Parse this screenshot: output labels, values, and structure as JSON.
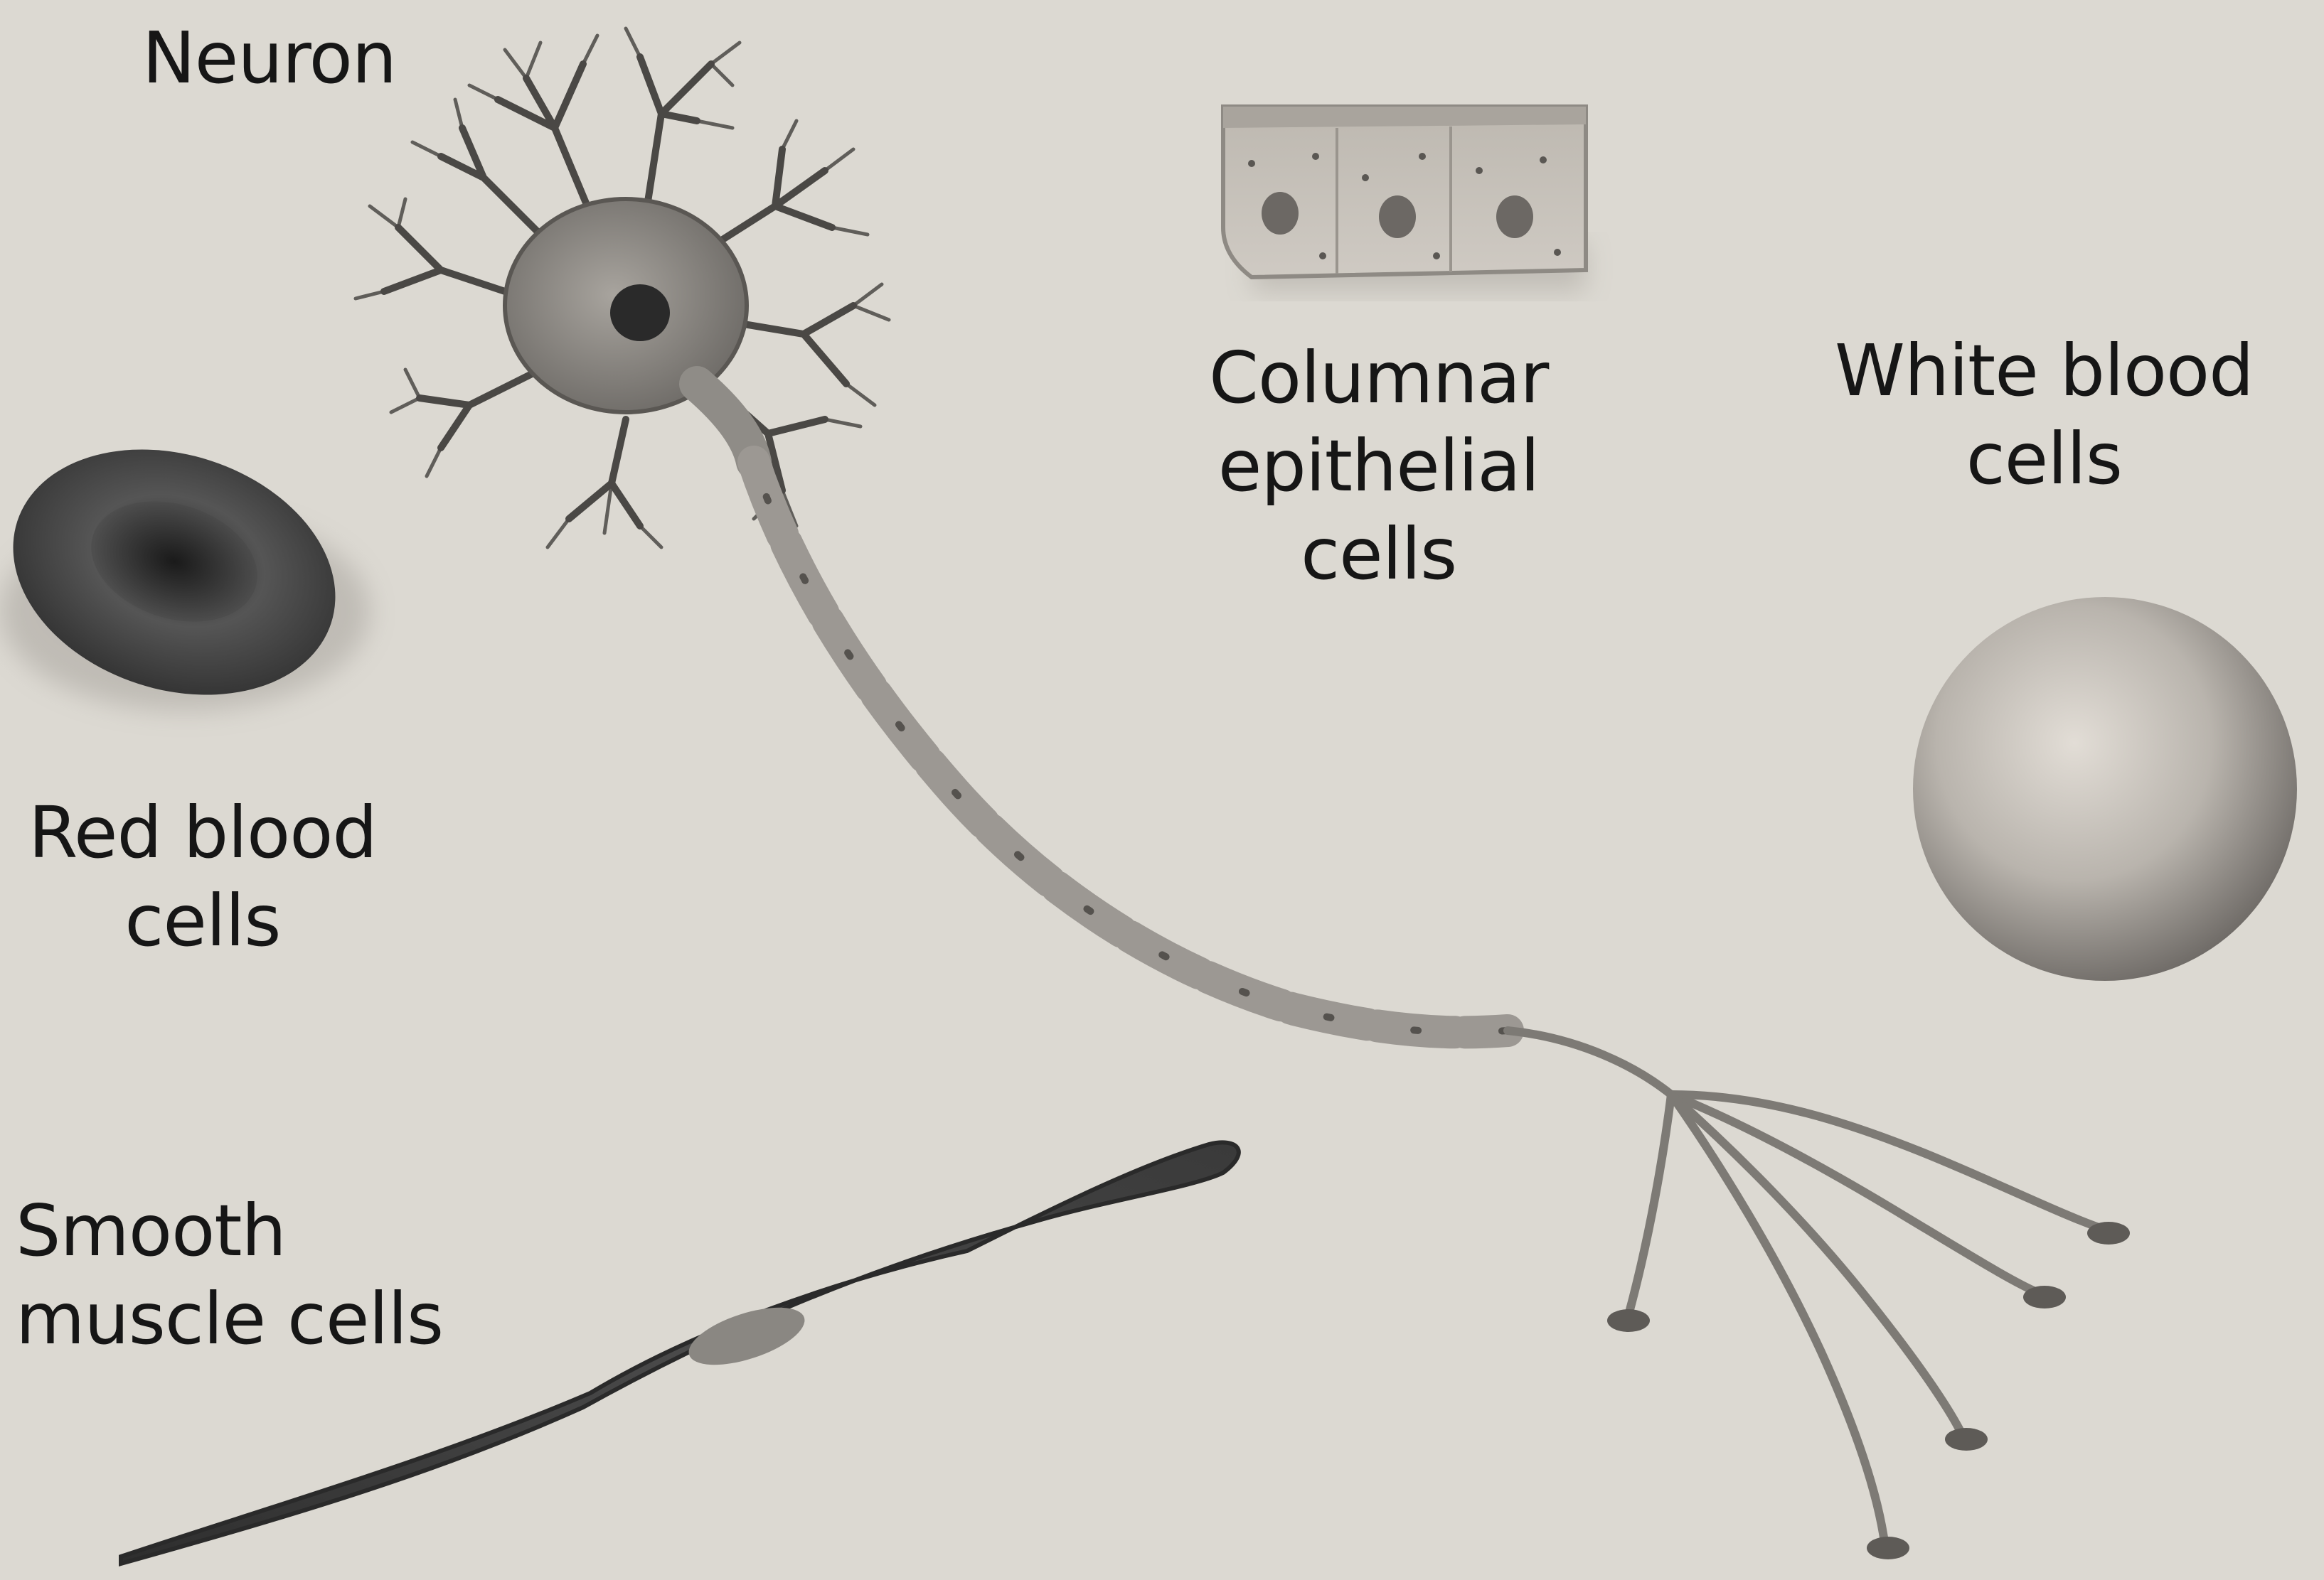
{
  "labels": {
    "neuron": [
      "Neuron"
    ],
    "columnar": [
      "Columnar",
      "epithelial",
      "cells"
    ],
    "white_blood": [
      "White blood",
      "cells"
    ],
    "red_blood": [
      "Red blood",
      "cells"
    ],
    "smooth_muscle": [
      "Smooth",
      "muscle cells"
    ]
  },
  "colors": {
    "paper": "#dcd9d2",
    "ink": "#161616",
    "cell_dark": "#3a3a3a",
    "cell_mid": "#8f8f8f",
    "cell_light": "#cfcbc4"
  }
}
